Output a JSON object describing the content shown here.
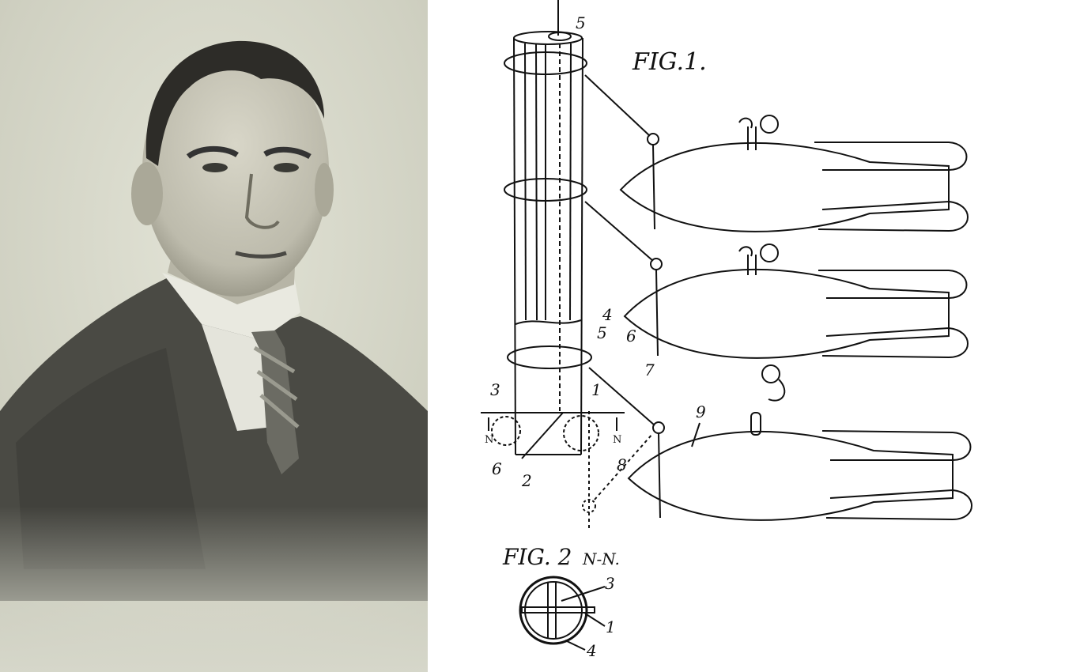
{
  "portrait": {
    "subject": "portrait photograph of a man in suit and tie"
  },
  "figure1": {
    "title": "FIG.1.",
    "labels": {
      "l5_top": "5",
      "l4": "4",
      "l5": "5",
      "l6": "6",
      "l7": "7",
      "l3": "3",
      "l1": "1",
      "l9": "9",
      "l8": "8",
      "l2": "2",
      "l6b": "6",
      "nLeft": "N",
      "nRight": "N"
    }
  },
  "figure2": {
    "title": "FIG. 2",
    "section": "N-N.",
    "labels": {
      "l3": "3",
      "l1": "1",
      "l4": "4"
    }
  },
  "colors": {
    "background": "#ffffff",
    "ink": "#111111",
    "photo_bg": "#d4d5c6"
  }
}
